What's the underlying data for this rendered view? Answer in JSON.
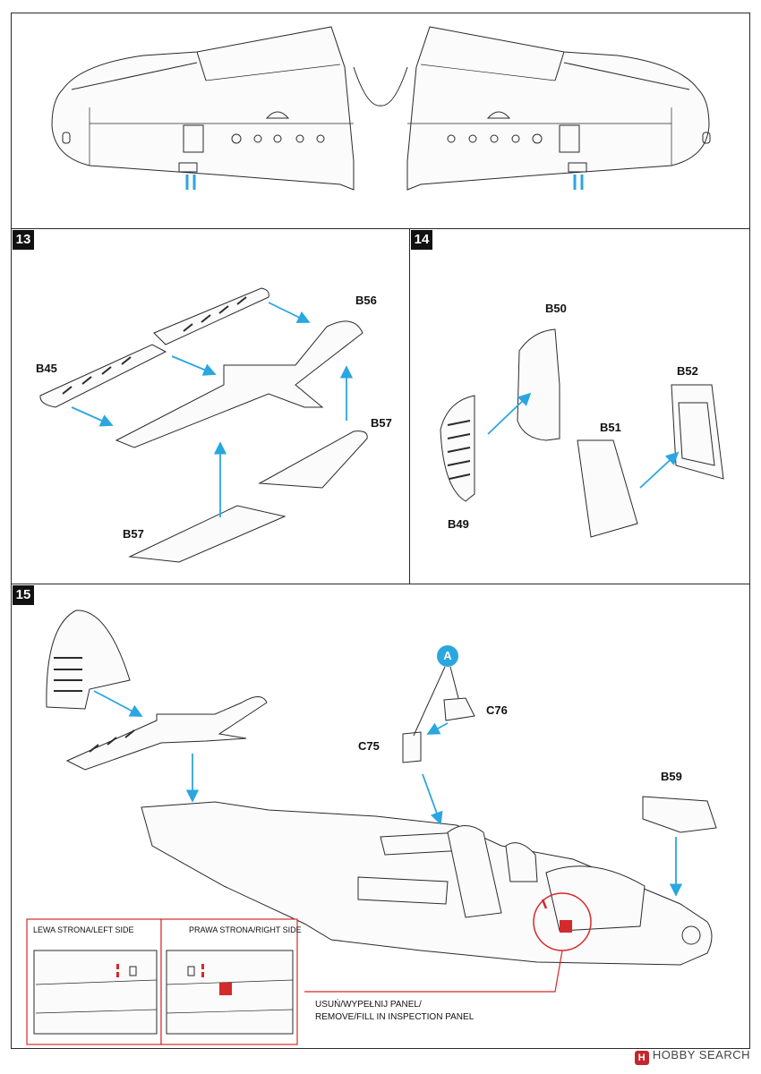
{
  "steps": {
    "s13": {
      "number": "13"
    },
    "s14": {
      "number": "14"
    },
    "s15": {
      "number": "15"
    }
  },
  "parts": {
    "b56": "B56",
    "b45": "B45",
    "b57a": "B57",
    "b57b": "B57",
    "b50": "B50",
    "b52": "B52",
    "b51": "B51",
    "b49": "B49",
    "c76": "C76",
    "c75": "C75",
    "b59": "B59"
  },
  "callout": {
    "a": "A"
  },
  "boxes": {
    "left_side": "LEWA STRONA/LEFT SIDE",
    "right_side": "PRAWA STRONA/RIGHT SIDE"
  },
  "note": {
    "line1": "USUŃ/WYPEŁNIJ PANEL/",
    "line2": "REMOVE/FILL IN INSPECTION PANEL"
  },
  "watermark": {
    "logo": "H",
    "text": "HOBBY SEARCH"
  },
  "colors": {
    "arrow": "#2aa6e0",
    "highlight": "#d42a2a",
    "line": "#2a2a2a"
  }
}
